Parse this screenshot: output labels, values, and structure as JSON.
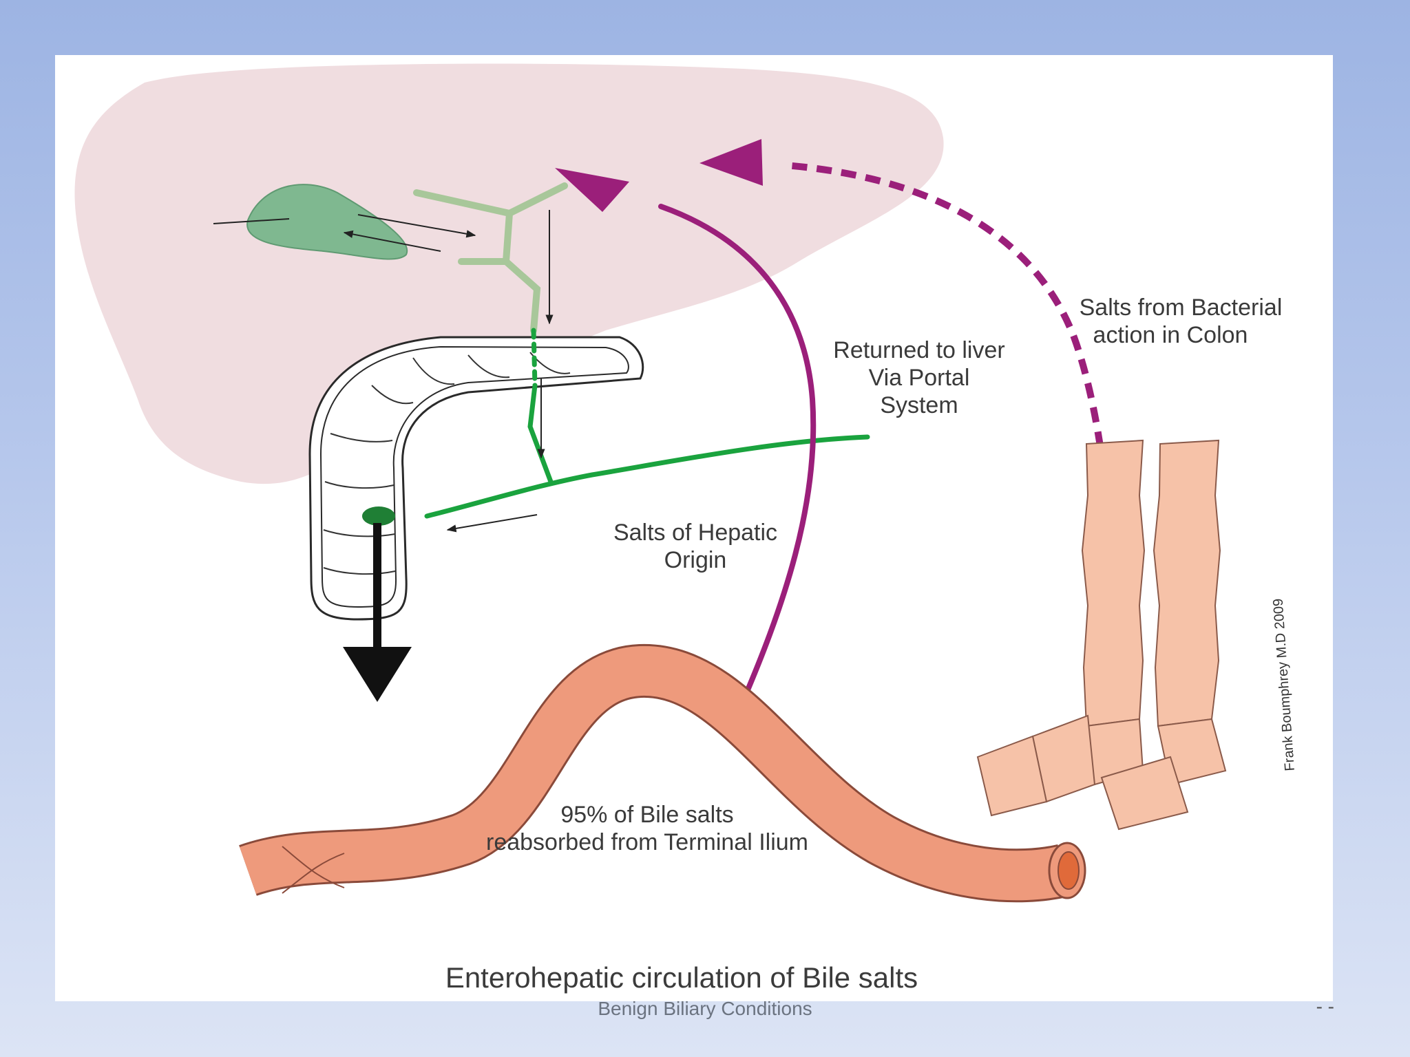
{
  "diagram": {
    "labels": {
      "returned_line1": "Returned to liver",
      "returned_line2": "Via Portal",
      "returned_line3": "System",
      "bacterial_line1": "Salts from Bacterial",
      "bacterial_line2": "action in Colon",
      "hepatic_line1": "Salts of Hepatic",
      "hepatic_line2": "Origin",
      "reabsorbed_line1": "95% of Bile salts",
      "reabsorbed_line2": "reabsorbed from Terminal Ilium",
      "signature": "Frank Boumphrey M.D 2009"
    },
    "caption": "Enterohepatic circulation of Bile salts",
    "colors": {
      "liver": "#f0dde0",
      "gallbladder": "#7fb890",
      "ducts": "#a8c79a",
      "hepatic_salts": "#1aa33e",
      "portal_arrow": "#9b1f7a",
      "intestine": "#ee9a7c",
      "colon": "#f6c2a8"
    }
  },
  "footer": {
    "title": "Benign Biliary Conditions",
    "page_number": "- -"
  }
}
